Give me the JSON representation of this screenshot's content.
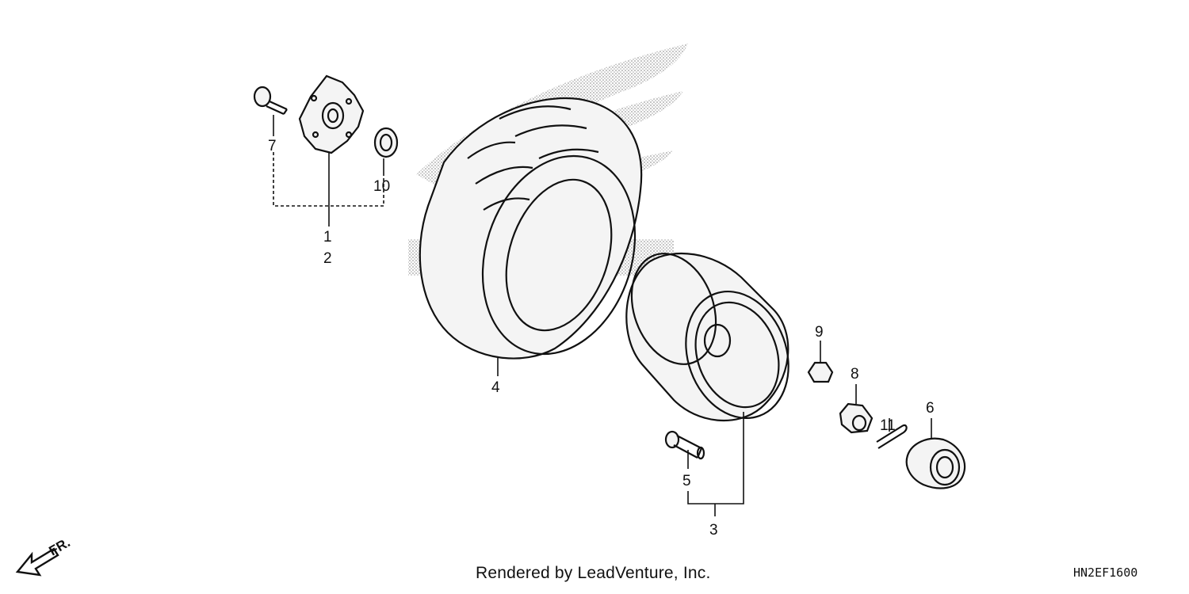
{
  "diagram_code": "HN2EF1600",
  "credit": "Rendered by LeadVenture, Inc.",
  "front_arrow_label": "FR.",
  "callouts": [
    {
      "id": "1",
      "text": "1"
    },
    {
      "id": "2",
      "text": "2"
    },
    {
      "id": "3",
      "text": "3"
    },
    {
      "id": "4",
      "text": "4"
    },
    {
      "id": "5",
      "text": "5"
    },
    {
      "id": "6",
      "text": "6"
    },
    {
      "id": "7",
      "text": "7"
    },
    {
      "id": "8",
      "text": "8"
    },
    {
      "id": "9",
      "text": "9"
    },
    {
      "id": "10",
      "text": "10"
    },
    {
      "id": "11",
      "text": "11"
    }
  ]
}
